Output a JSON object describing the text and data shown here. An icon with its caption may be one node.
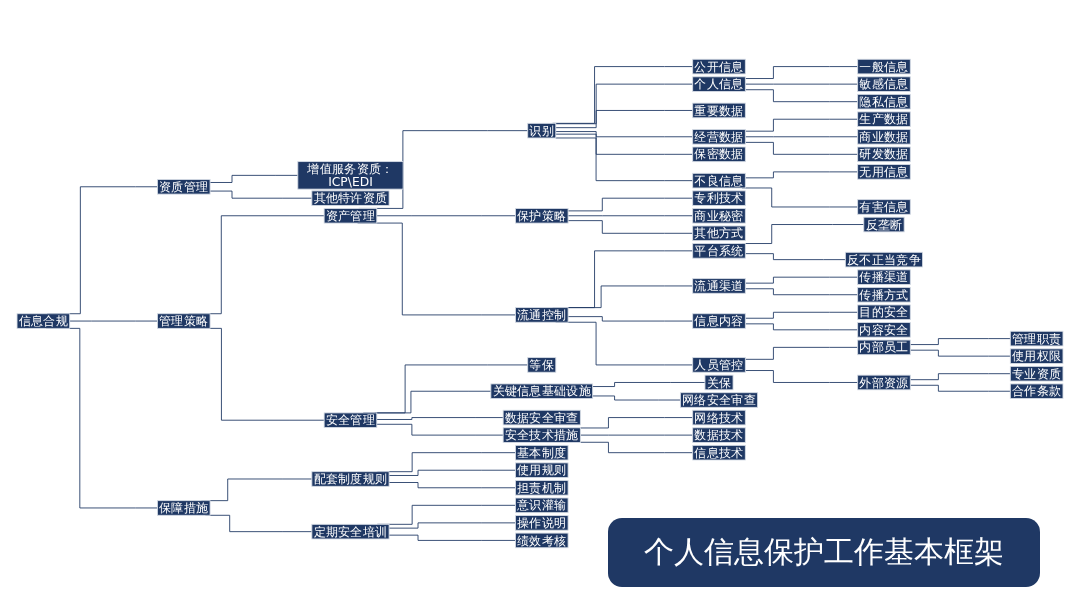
{
  "diagram": {
    "title": "个人信息保护工作基本框架",
    "nodes": [
      {
        "text": [
          "信息合规"
        ]
      },
      {
        "text": [
          "资质管理"
        ]
      },
      {
        "text": [
          "增值服务资质：ICP\\EDI"
        ]
      },
      {
        "text": [
          "其他特许资质"
        ]
      },
      {
        "text": [
          "管理策略"
        ]
      },
      {
        "text": [
          "资产管理"
        ]
      },
      {
        "text": [
          "识别"
        ]
      },
      {
        "text": [
          "公开信息"
        ]
      },
      {
        "text": [
          "个人信息"
        ]
      },
      {
        "text": [
          "一般信息"
        ]
      },
      {
        "text": [
          "敏感信息"
        ]
      },
      {
        "text": [
          "隐私信息"
        ]
      },
      {
        "text": [
          "重要数据"
        ]
      },
      {
        "text": [
          "经营数据"
        ]
      },
      {
        "text": [
          "生产数据"
        ]
      },
      {
        "text": [
          "商业数据"
        ]
      },
      {
        "text": [
          "研发数据"
        ]
      },
      {
        "text": [
          "保密数据"
        ]
      },
      {
        "text": [
          "不良信息"
        ]
      },
      {
        "text": [
          "无用信息"
        ]
      },
      {
        "text": [
          "有害信息"
        ]
      },
      {
        "text": [
          "保护策略"
        ]
      },
      {
        "text": [
          "专利技术"
        ]
      },
      {
        "text": [
          "商业秘密"
        ]
      },
      {
        "text": [
          "其他方式"
        ]
      },
      {
        "text": [
          "流通控制"
        ]
      },
      {
        "text": [
          "平台系统"
        ]
      },
      {
        "text": [
          "反垄断"
        ]
      },
      {
        "text": [
          "反不正当竞争"
        ]
      },
      {
        "text": [
          "流通渠道"
        ]
      },
      {
        "text": [
          "传播渠道"
        ]
      },
      {
        "text": [
          "传播方式"
        ]
      },
      {
        "text": [
          "信息内容"
        ]
      },
      {
        "text": [
          "目的安全"
        ]
      },
      {
        "text": [
          "内容安全"
        ]
      },
      {
        "text": [
          "人员管控"
        ]
      },
      {
        "text": [
          "内部员工"
        ]
      },
      {
        "text": [
          "管理职责"
        ]
      },
      {
        "text": [
          "使用权限"
        ]
      },
      {
        "text": [
          "外部资源"
        ]
      },
      {
        "text": [
          "专业资质"
        ]
      },
      {
        "text": [
          "合作条款"
        ]
      },
      {
        "text": [
          "安全管理"
        ]
      },
      {
        "text": [
          "等保"
        ]
      },
      {
        "text": [
          "关键信息基础设施"
        ]
      },
      {
        "text": [
          "关保"
        ]
      },
      {
        "text": [
          "网络安全审查"
        ]
      },
      {
        "text": [
          "数据安全审查"
        ]
      },
      {
        "text": [
          "安全技术措施"
        ]
      },
      {
        "text": [
          "网络技术"
        ]
      },
      {
        "text": [
          "数据技术"
        ]
      },
      {
        "text": [
          "信息技术"
        ]
      },
      {
        "text": [
          "保障措施"
        ]
      },
      {
        "text": [
          "配套制度规则"
        ]
      },
      {
        "text": [
          "基本制度"
        ]
      },
      {
        "text": [
          "使用规则"
        ]
      },
      {
        "text": [
          "担责机制"
        ]
      },
      {
        "text": [
          "定期安全培训"
        ]
      },
      {
        "text": [
          "意识灌输"
        ]
      },
      {
        "text": [
          "操作说明"
        ]
      },
      {
        "text": [
          "绩效考核"
        ]
      }
    ],
    "edges": [
      {
        "from": 0,
        "to": 1,
        "arrow": "none"
      },
      {
        "from": 1,
        "to": 2,
        "arrow": "none"
      },
      {
        "from": 1,
        "to": 3,
        "arrow": "none"
      },
      {
        "from": 0,
        "to": 4,
        "arrow": "none"
      },
      {
        "from": 4,
        "to": 5,
        "arrow": "none"
      },
      {
        "from": 5,
        "to": 6,
        "arrow": "none"
      },
      {
        "from": 6,
        "to": 7,
        "arrow": "none"
      },
      {
        "from": 6,
        "to": 8,
        "arrow": "none"
      },
      {
        "from": 8,
        "to": 9,
        "arrow": "none"
      },
      {
        "from": 8,
        "to": 10,
        "arrow": "none"
      },
      {
        "from": 8,
        "to": 11,
        "arrow": "none"
      },
      {
        "from": 6,
        "to": 12,
        "arrow": "none"
      },
      {
        "from": 6,
        "to": 13,
        "arrow": "none"
      },
      {
        "from": 13,
        "to": 14,
        "arrow": "none"
      },
      {
        "from": 13,
        "to": 15,
        "arrow": "none"
      },
      {
        "from": 13,
        "to": 16,
        "arrow": "none"
      },
      {
        "from": 6,
        "to": 17,
        "arrow": "none"
      },
      {
        "from": 6,
        "to": 18,
        "arrow": "none"
      },
      {
        "from": 18,
        "to": 19,
        "arrow": "none"
      },
      {
        "from": 18,
        "to": 20,
        "arrow": "none"
      },
      {
        "from": 5,
        "to": 21,
        "arrow": "none"
      },
      {
        "from": 21,
        "to": 22,
        "arrow": "none"
      },
      {
        "from": 21,
        "to": 23,
        "arrow": "none"
      },
      {
        "from": 21,
        "to": 24,
        "arrow": "none"
      },
      {
        "from": 5,
        "to": 25,
        "arrow": "none"
      },
      {
        "from": 25,
        "to": 26,
        "arrow": "none"
      },
      {
        "from": 26,
        "to": 27,
        "arrow": "none"
      },
      {
        "from": 26,
        "to": 28,
        "arrow": "none"
      },
      {
        "from": 25,
        "to": 29,
        "arrow": "none"
      },
      {
        "from": 29,
        "to": 30,
        "arrow": "none"
      },
      {
        "from": 29,
        "to": 31,
        "arrow": "none"
      },
      {
        "from": 25,
        "to": 32,
        "arrow": "none"
      },
      {
        "from": 32,
        "to": 33,
        "arrow": "none"
      },
      {
        "from": 32,
        "to": 34,
        "arrow": "none"
      },
      {
        "from": 25,
        "to": 35,
        "arrow": "none"
      },
      {
        "from": 35,
        "to": 36,
        "arrow": "none"
      },
      {
        "from": 36,
        "to": 37,
        "arrow": "none"
      },
      {
        "from": 36,
        "to": 38,
        "arrow": "none"
      },
      {
        "from": 35,
        "to": 39,
        "arrow": "none"
      },
      {
        "from": 39,
        "to": 40,
        "arrow": "none"
      },
      {
        "from": 39,
        "to": 41,
        "arrow": "none"
      },
      {
        "from": 4,
        "to": 42,
        "arrow": "none"
      },
      {
        "from": 42,
        "to": 43,
        "arrow": "none"
      },
      {
        "from": 42,
        "to": 44,
        "arrow": "none"
      },
      {
        "from": 44,
        "to": 45,
        "arrow": "none"
      },
      {
        "from": 44,
        "to": 46,
        "arrow": "none"
      },
      {
        "from": 42,
        "to": 47,
        "arrow": "none"
      },
      {
        "from": 42,
        "to": 48,
        "arrow": "none"
      },
      {
        "from": 48,
        "to": 49,
        "arrow": "none"
      },
      {
        "from": 48,
        "to": 50,
        "arrow": "none"
      },
      {
        "from": 48,
        "to": 51,
        "arrow": "none"
      },
      {
        "from": 0,
        "to": 52,
        "arrow": "none"
      },
      {
        "from": 52,
        "to": 53,
        "arrow": "none"
      },
      {
        "from": 53,
        "to": 54,
        "arrow": "none"
      },
      {
        "from": 53,
        "to": 55,
        "arrow": "none"
      },
      {
        "from": 53,
        "to": 56,
        "arrow": "none"
      },
      {
        "from": 52,
        "to": 57,
        "arrow": "none"
      },
      {
        "from": 57,
        "to": 58,
        "arrow": "none"
      },
      {
        "from": 57,
        "to": 59,
        "arrow": "none"
      },
      {
        "from": 57,
        "to": 60,
        "arrow": "none"
      }
    ]
  }
}
